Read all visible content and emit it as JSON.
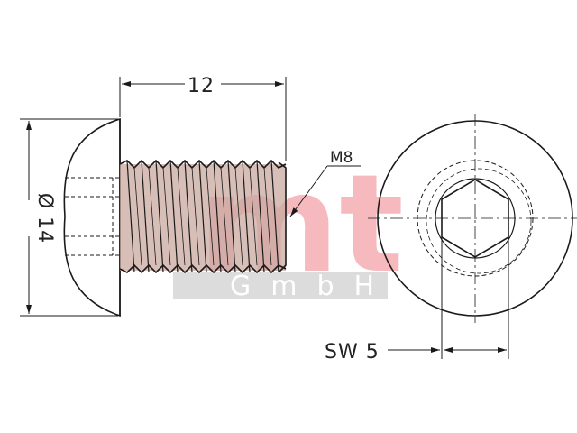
{
  "drawing": {
    "dimensions": {
      "length": "12",
      "head_diameter": "Ø 14",
      "thread": "M8",
      "hex_socket": "SW 5"
    },
    "watermark": {
      "logo": "mt",
      "company": "GmbH"
    },
    "colors": {
      "line": "#1a1a1a",
      "thread_fill": "#c9a9a0",
      "watermark_red": "#e83a48",
      "watermark_band": "#d6d6d6"
    }
  }
}
